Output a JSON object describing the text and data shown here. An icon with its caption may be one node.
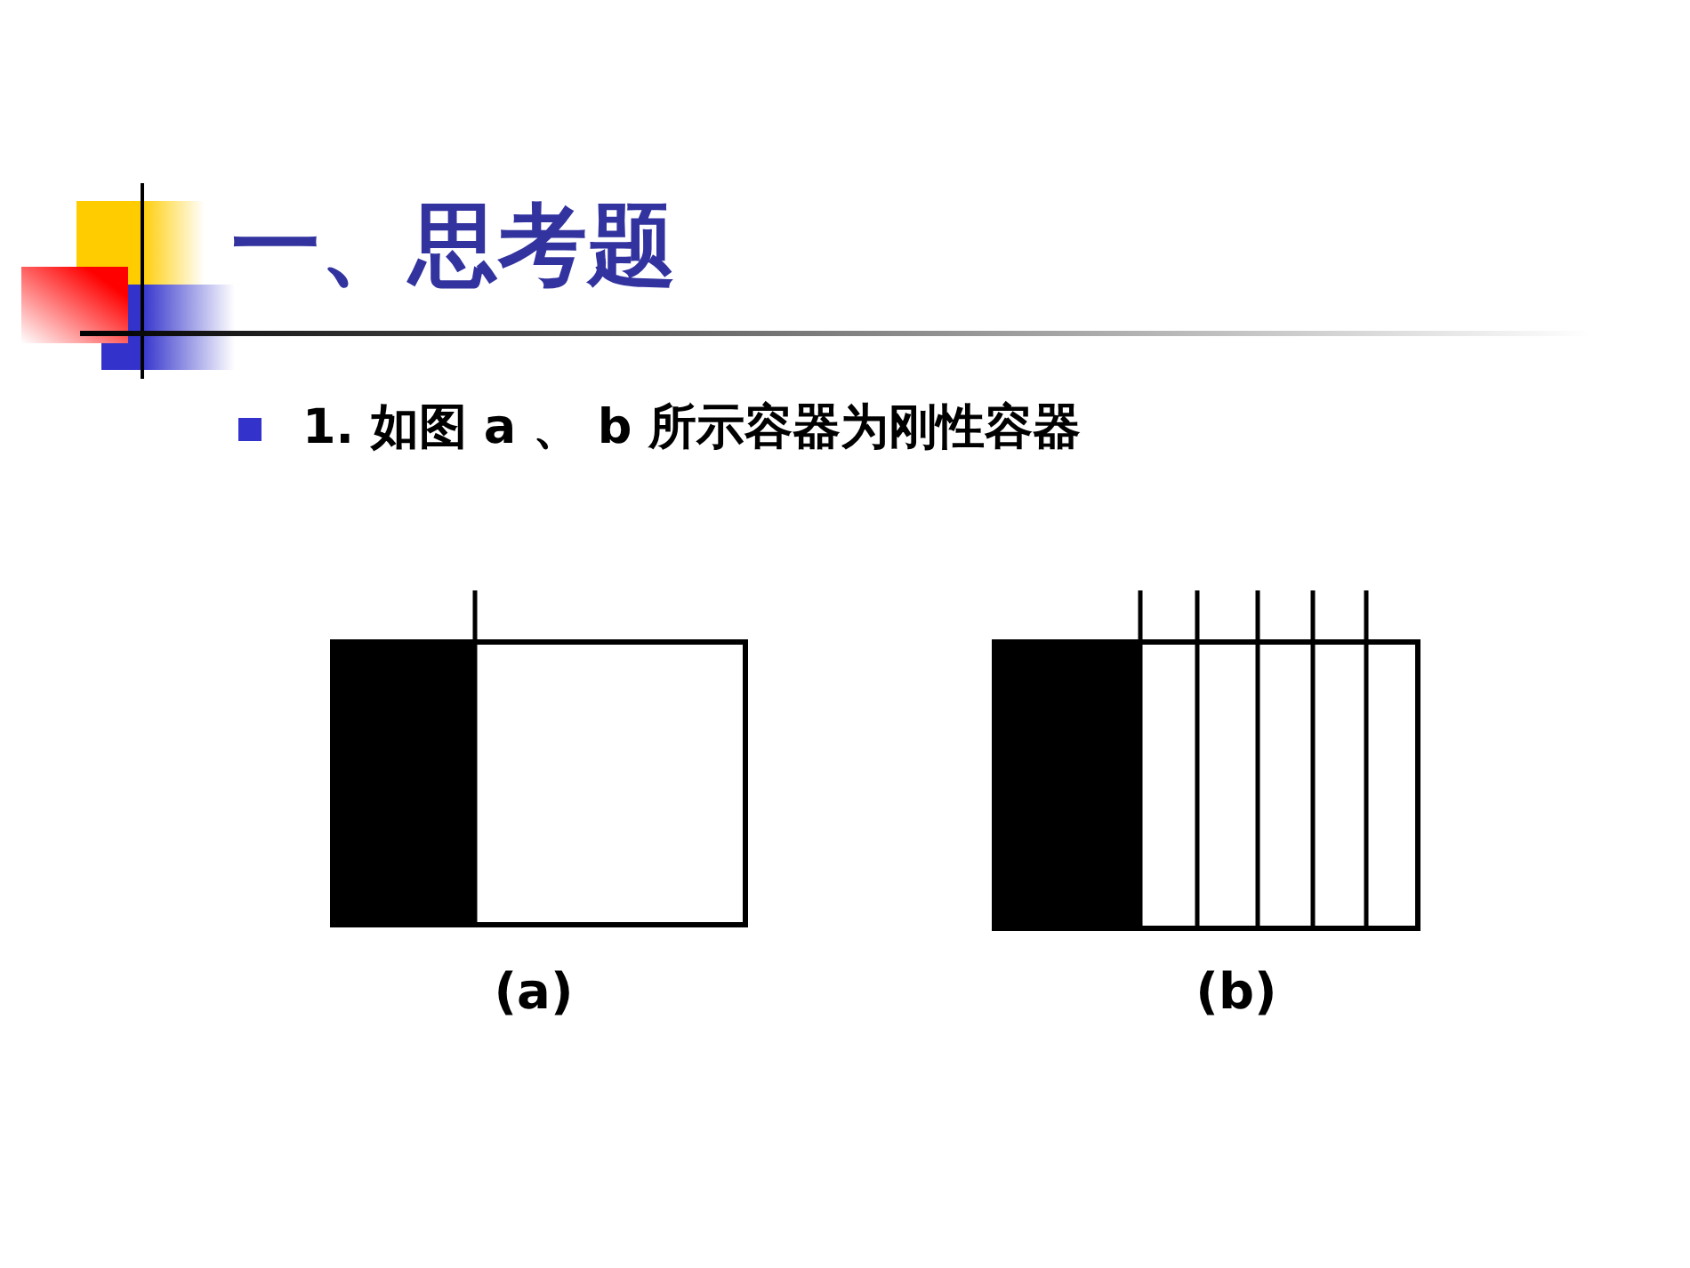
{
  "diagram": {
    "title": "一、思考题",
    "nodes": [
      {
        "text": [],
        "shape": "box",
        "beside": [
          "(a)"
        ]
      },
      {
        "text": [],
        "shape": "box",
        "beside": [
          "(b)"
        ]
      }
    ],
    "labels": [
      "1. 如图 a 、 b 所示容器为刚性容器"
    ]
  }
}
